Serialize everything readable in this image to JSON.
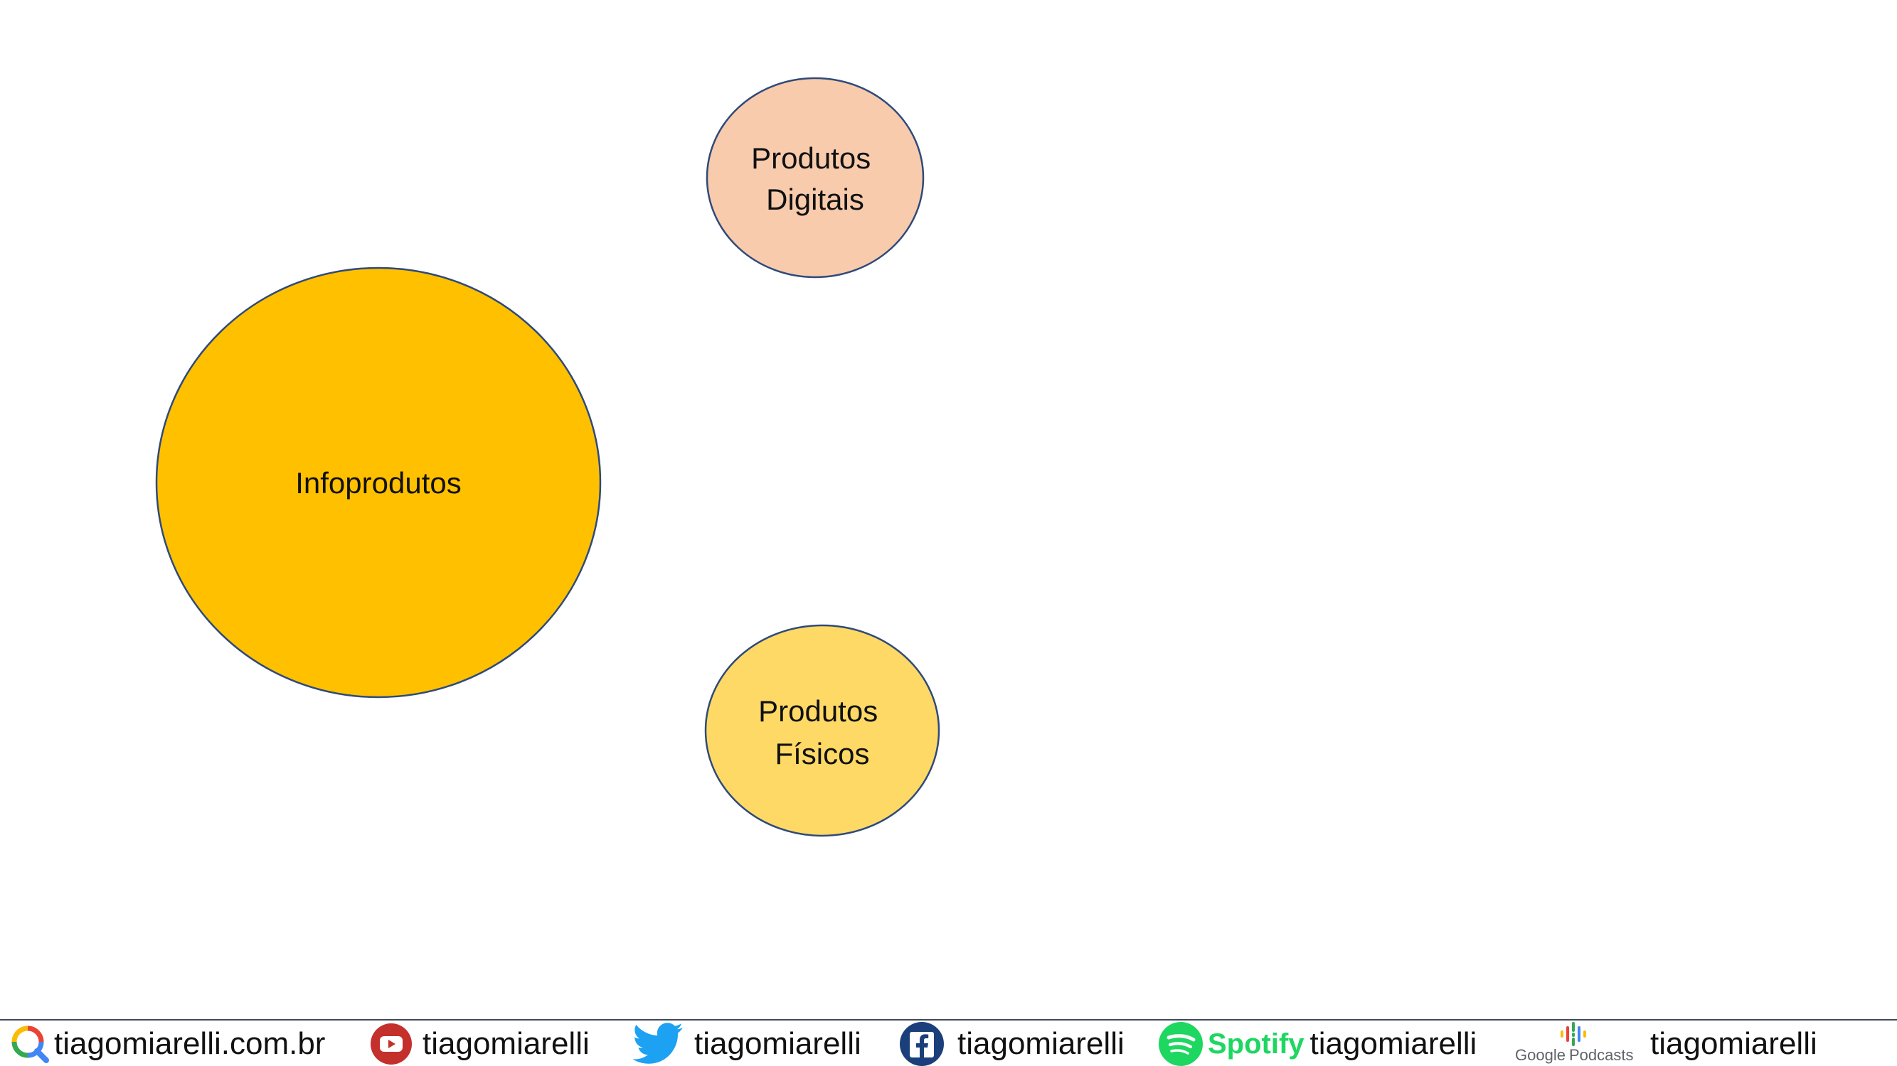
{
  "diagram": {
    "nodes": [
      {
        "id": "infoprodutos",
        "lines": [
          "Infoprodutos"
        ],
        "fill": "#FFC000",
        "stroke": "#2F4A7A"
      },
      {
        "id": "produtos-digitais",
        "lines": [
          "Produtos",
          "Digitais"
        ],
        "fill": "#F8CBAD",
        "stroke": "#2F4A7A"
      },
      {
        "id": "produtos-fisicos",
        "lines": [
          "Produtos",
          "Físicos"
        ],
        "fill": "#FFD966",
        "stroke": "#2F4A7A"
      }
    ]
  },
  "footer": {
    "website": {
      "icon": "search-icon",
      "text": "tiagomiarelli.com.br"
    },
    "youtube": {
      "icon": "youtube-icon",
      "text": "tiagomiarelli"
    },
    "twitter": {
      "icon": "twitter-icon",
      "text": "tiagomiarelli"
    },
    "facebook": {
      "icon": "facebook-icon",
      "text": "tiagomiarelli"
    },
    "spotify": {
      "icon": "spotify-icon",
      "brand": "Spotify",
      "text": "tiagomiarelli"
    },
    "google_podcasts": {
      "icon": "google-podcasts-icon",
      "brand_google": "Google",
      "brand_podcasts": "Podcasts",
      "text": "tiagomiarelli"
    },
    "colors": {
      "youtube": "#C4302B",
      "twitter": "#1DA1F2",
      "facebook": "#1B3F7A",
      "spotify": "#1ED760"
    }
  }
}
